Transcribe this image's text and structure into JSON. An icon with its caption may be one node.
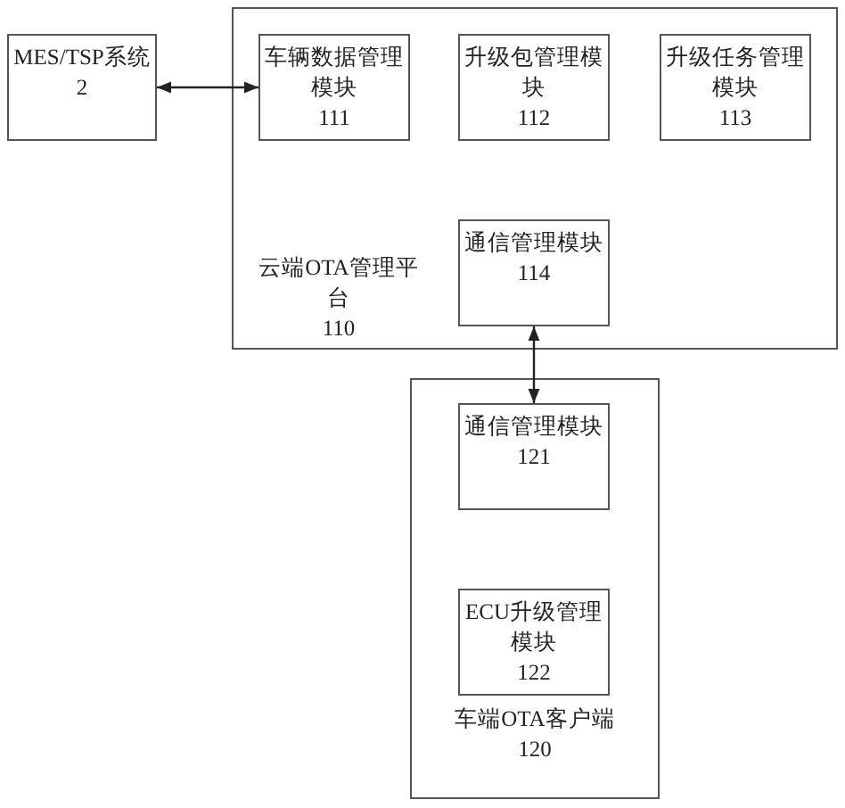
{
  "diagram": {
    "nodes": [
      {
        "text": [
          "MES/TSP系统",
          "2"
        ]
      },
      {
        "text": [
          "云端OTA管理平台",
          "110"
        ]
      },
      {
        "text": [
          "车辆数据管理模块",
          "111"
        ],
        "in": 1
      },
      {
        "text": [
          "升级包管理模块",
          "112"
        ],
        "in": 1
      },
      {
        "text": [
          "升级任务管理模块",
          "113"
        ],
        "in": 1
      },
      {
        "text": [
          "通信管理模块",
          "114"
        ],
        "in": 1
      },
      {
        "text": [
          "车端OTA客户端",
          "120"
        ]
      },
      {
        "text": [
          "通信管理模块",
          "121"
        ],
        "in": 6
      },
      {
        "text": [
          "ECU升级管理模块",
          "122"
        ],
        "in": 6
      }
    ],
    "edges": [
      {
        "from": 0,
        "to": 2,
        "arrow": "both"
      },
      {
        "from": 5,
        "to": 7,
        "arrow": "both"
      }
    ]
  }
}
